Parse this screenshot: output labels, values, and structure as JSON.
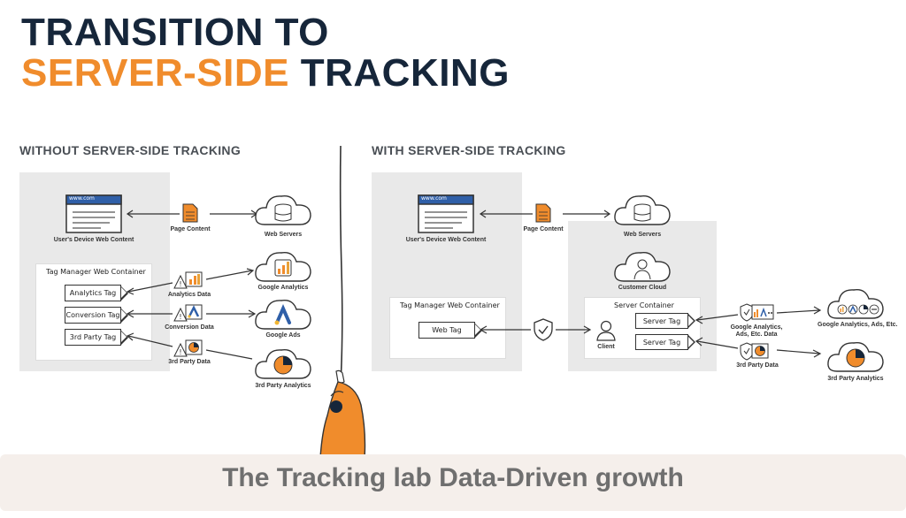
{
  "title": {
    "line1": "TRANSITION TO",
    "line2_orange": "SERVER-SIDE",
    "line2_dark": "TRACKING"
  },
  "colors": {
    "orange": "#f08c2c",
    "navy": "#16263a",
    "panel": "#e9e9e9",
    "blue": "#2f5fa8"
  },
  "left": {
    "heading": "WITHOUT SERVER-SIDE TRACKING",
    "browser_url": "www.com",
    "browser_label": "User's Device Web Content",
    "page_content": "Page Content",
    "web_servers": "Web Servers",
    "container_title": "Tag Manager Web Container",
    "tags": [
      "Analytics Tag",
      "Conversion Tag",
      "3rd Party Tag"
    ],
    "data_labels": [
      "Analytics Data",
      "Conversion Data",
      "3rd Party Data"
    ],
    "clouds": [
      "Google Analytics",
      "Google Ads",
      "3rd Party Analytics"
    ]
  },
  "right": {
    "heading": "WITH SERVER-SIDE TRACKING",
    "browser_url": "www.com",
    "browser_label": "User's Device Web Content",
    "page_content": "Page Content",
    "web_servers": "Web Servers",
    "customer_cloud": "Customer Cloud",
    "web_container_title": "Tag Manager Web Container",
    "web_tag": "Web Tag",
    "server_container_title": "Server Container",
    "client": "Client",
    "server_tags": [
      "Server Tag",
      "Server Tag"
    ],
    "data_labels": [
      "Google Analytics, Ads, Etc. Data",
      "3rd Party Data"
    ],
    "clouds": [
      "Google Analytics, Ads, Etc.",
      "3rd Party Analytics"
    ]
  },
  "footer": "The Tracking lab Data-Driven growth"
}
